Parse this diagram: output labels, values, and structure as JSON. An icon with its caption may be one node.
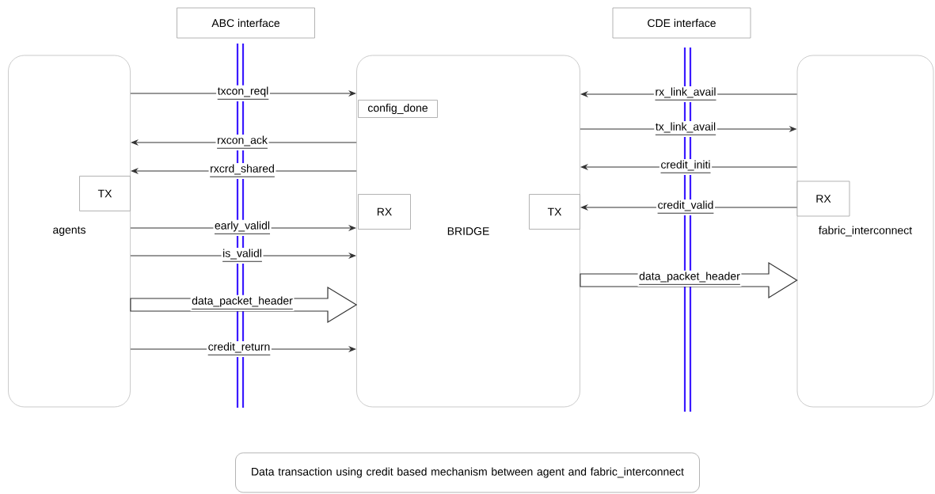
{
  "diagram": {
    "caption": "Data transaction using credit based mechanism between agent and fabric_interconnect",
    "nodes": [
      {
        "text": [
          "agents"
        ]
      },
      {
        "text": [
          "TX"
        ],
        "in": 0
      },
      {
        "text": [
          "BRIDGE"
        ]
      },
      {
        "text": [
          "config_done"
        ],
        "in": 2
      },
      {
        "text": [
          "RX"
        ],
        "in": 2
      },
      {
        "text": [
          "TX"
        ],
        "in": 2
      },
      {
        "text": [
          "fabric_interconnect"
        ]
      },
      {
        "text": [
          "RX"
        ],
        "in": 6
      },
      {
        "text": [
          "ABC interface"
        ]
      },
      {
        "text": [
          "CDE interface"
        ]
      }
    ],
    "edges": [
      {
        "from": 0,
        "to": 2,
        "arrow": "to",
        "label": "txcon_reql"
      },
      {
        "from": 2,
        "to": 0,
        "arrow": "to",
        "label": "rxcon_ack"
      },
      {
        "from": 2,
        "to": 0,
        "arrow": "to",
        "label": "rxcrd_shared"
      },
      {
        "from": 0,
        "to": 2,
        "arrow": "to",
        "label": "early_validl"
      },
      {
        "from": 0,
        "to": 2,
        "arrow": "to",
        "label": "is_validl"
      },
      {
        "from": 0,
        "to": 2,
        "arrow": "to",
        "label": "data_packet_header",
        "style": "thick"
      },
      {
        "from": 0,
        "to": 2,
        "arrow": "to",
        "label": "credit_return"
      },
      {
        "from": 6,
        "to": 2,
        "arrow": "to",
        "label": "rx_link_avail"
      },
      {
        "from": 2,
        "to": 6,
        "arrow": "to",
        "label": "tx_link_avail"
      },
      {
        "from": 6,
        "to": 2,
        "arrow": "to",
        "label": "credit_initi"
      },
      {
        "from": 7,
        "to": 5,
        "arrow": "to",
        "label": "credit_valid"
      },
      {
        "from": 2,
        "to": 6,
        "arrow": "to",
        "label": "data_packet_header",
        "style": "thick"
      }
    ]
  }
}
